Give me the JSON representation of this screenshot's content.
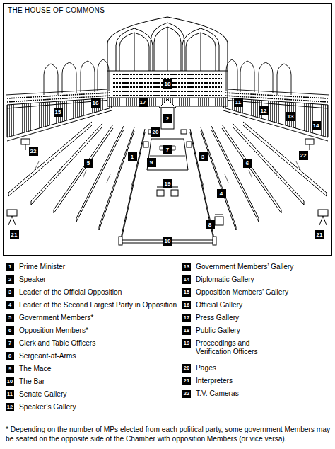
{
  "diagram": {
    "title": "THE HOUSE OF COMMONS",
    "caption": "* Depending on the number of MPs elected from each political party, some government Members may be seated on the opposite side of the Chamber with opposition Members (or vice versa).",
    "nodes": [
      {
        "text": [
          "18"
        ]
      },
      {
        "text": [
          "16"
        ]
      },
      {
        "text": [
          "17"
        ]
      },
      {
        "text": [
          "11"
        ]
      },
      {
        "text": [
          "15"
        ]
      },
      {
        "text": [
          "12"
        ]
      },
      {
        "text": [
          "13"
        ]
      },
      {
        "text": [
          "2"
        ]
      },
      {
        "text": [
          "14"
        ]
      },
      {
        "text": [
          "20"
        ]
      },
      {
        "text": [
          "7"
        ]
      },
      {
        "text": [
          "22"
        ]
      },
      {
        "text": [
          "1"
        ]
      },
      {
        "text": [
          "3"
        ]
      },
      {
        "text": [
          "22"
        ]
      },
      {
        "text": [
          "5"
        ]
      },
      {
        "text": [
          "9"
        ]
      },
      {
        "text": [
          "6"
        ]
      },
      {
        "text": [
          "19"
        ]
      },
      {
        "text": [
          "4"
        ]
      },
      {
        "text": [
          "8"
        ]
      },
      {
        "text": [
          "21"
        ]
      },
      {
        "text": [
          "10"
        ]
      },
      {
        "text": [
          "21"
        ]
      },
      {
        "text": [
          "1",
          "Prime Minister"
        ]
      },
      {
        "text": [
          "2",
          "Speaker"
        ]
      },
      {
        "text": [
          "3",
          "Leader of the Official Opposition"
        ]
      },
      {
        "text": [
          "4",
          "Leader of the Second Largest Party in Opposition"
        ]
      },
      {
        "text": [
          "5",
          "Government Members*"
        ]
      },
      {
        "text": [
          "6",
          "Opposition Members*"
        ]
      },
      {
        "text": [
          "7",
          "Clerk and Table Officers"
        ]
      },
      {
        "text": [
          "8",
          "Sergeant-at-Arms"
        ]
      },
      {
        "text": [
          "9",
          "The Mace"
        ]
      },
      {
        "text": [
          "10",
          "The Bar"
        ]
      },
      {
        "text": [
          "11",
          "Senate Gallery"
        ]
      },
      {
        "text": [
          "12",
          "Speaker’s Gallery"
        ]
      },
      {
        "text": [
          "13",
          "Government Members’ Gallery"
        ]
      },
      {
        "text": [
          "14",
          "Diplomatic Gallery"
        ]
      },
      {
        "text": [
          "15",
          "Opposition Members’ Gallery"
        ]
      },
      {
        "text": [
          "16",
          "Official Gallery"
        ]
      },
      {
        "text": [
          "17",
          "Press Gallery"
        ]
      },
      {
        "text": [
          "18",
          "Public Gallery"
        ]
      },
      {
        "text": [
          "19",
          "Proceedings and Verification Officers"
        ]
      },
      {
        "text": [
          "20",
          "Pages"
        ]
      },
      {
        "text": [
          "21",
          "Interpreters"
        ]
      },
      {
        "text": [
          "22",
          "T.V. Cameras"
        ]
      }
    ]
  }
}
